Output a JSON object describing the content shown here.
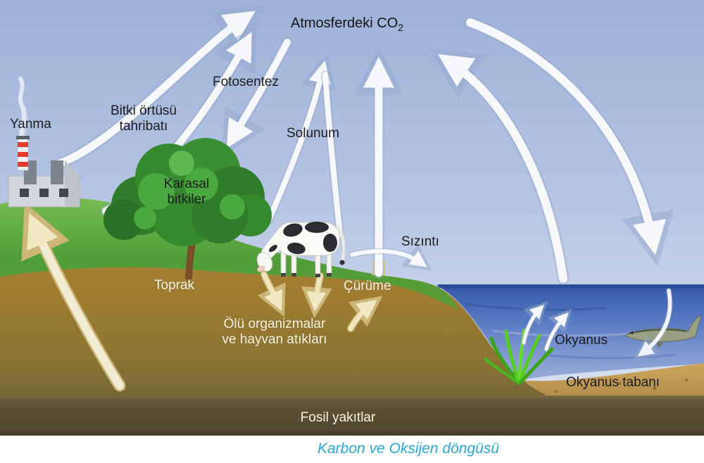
{
  "title": {
    "main": "Atmosferdeki CO",
    "sub": "2"
  },
  "labels": {
    "yanma": "Yanma",
    "bitki_line1": "Bitki örtüsü",
    "bitki_line2": "tahribatı",
    "fotosentez": "Fotosentez",
    "solunum": "Solunum",
    "karasal_line1": "Karasal",
    "karasal_line2": "bitkiler",
    "sizinti": "Sızıntı",
    "toprak": "Toprak",
    "curume": "Çürüme",
    "olu_line1": "Ölü organizmalar",
    "olu_line2": "ve hayvan atıkları",
    "okyanus": "Okyanus",
    "okyanus_tabani": "Okyanus tabanı",
    "fosil": "Fosil yakıtlar"
  },
  "caption": "Karbon ve Oksijen döngüsü",
  "arrows": [
    {
      "name": "yanma-to-atmosphere",
      "from": "fabrika (yanma)",
      "to": "atmosferdeki CO2"
    },
    {
      "name": "bitki-tahribati-to-atmosphere",
      "from": "bitki örtüsü tahribatı",
      "to": "atmosferdeki CO2"
    },
    {
      "name": "fotosentez-down",
      "from": "atmosferdeki CO2",
      "to": "karasal bitkiler"
    },
    {
      "name": "solunum-up",
      "from": "karasal bitkiler / hayvanlar",
      "to": "atmosferdeki CO2"
    },
    {
      "name": "toprak-up",
      "from": "toprak (çürüme)",
      "to": "atmosferdeki CO2"
    },
    {
      "name": "okyanus-to-atmosphere",
      "from": "okyanus",
      "to": "atmosferdeki CO2"
    },
    {
      "name": "atmosphere-to-okyanus",
      "from": "atmosferdeki CO2",
      "to": "okyanus"
    },
    {
      "name": "sizinti-right",
      "from": "toprak",
      "to": "okyanus"
    },
    {
      "name": "hayvan-to-toprak-1",
      "from": "hayvanlar",
      "to": "ölü organizmalar ve hayvan atıkları"
    },
    {
      "name": "hayvan-to-toprak-2",
      "from": "hayvanlar",
      "to": "ölü organizmalar ve hayvan atıkları"
    },
    {
      "name": "curume-up",
      "from": "ölü organizmalar",
      "to": "çürüme"
    },
    {
      "name": "fosil-to-yanma",
      "from": "fosil yakıtlar",
      "to": "yanma (fabrika)"
    },
    {
      "name": "okyanus-release-1",
      "from": "deniz bitkileri",
      "to": "okyanus yüzeyi"
    },
    {
      "name": "okyanus-release-2",
      "from": "deniz bitkileri",
      "to": "okyanus yüzeyi"
    },
    {
      "name": "to-okyanus-tabani",
      "from": "okyanus",
      "to": "okyanus tabanı"
    }
  ],
  "colors": {
    "sky_top": "#9db1d8",
    "sky_bottom": "#d6dff0",
    "sea_dark": "#2d4d9b",
    "sea_light": "#93a8d6",
    "grass": "#4f9e38",
    "soil": "#a07c30",
    "sand": "#c7a058",
    "fossil_band": "#554a31",
    "arrow_white": "#ffffff",
    "arrow_tan": "#efe4bb",
    "caption_blue": "#29a7db",
    "label_dark": "#1c1c1e",
    "label_light": "#f8f3e3"
  }
}
